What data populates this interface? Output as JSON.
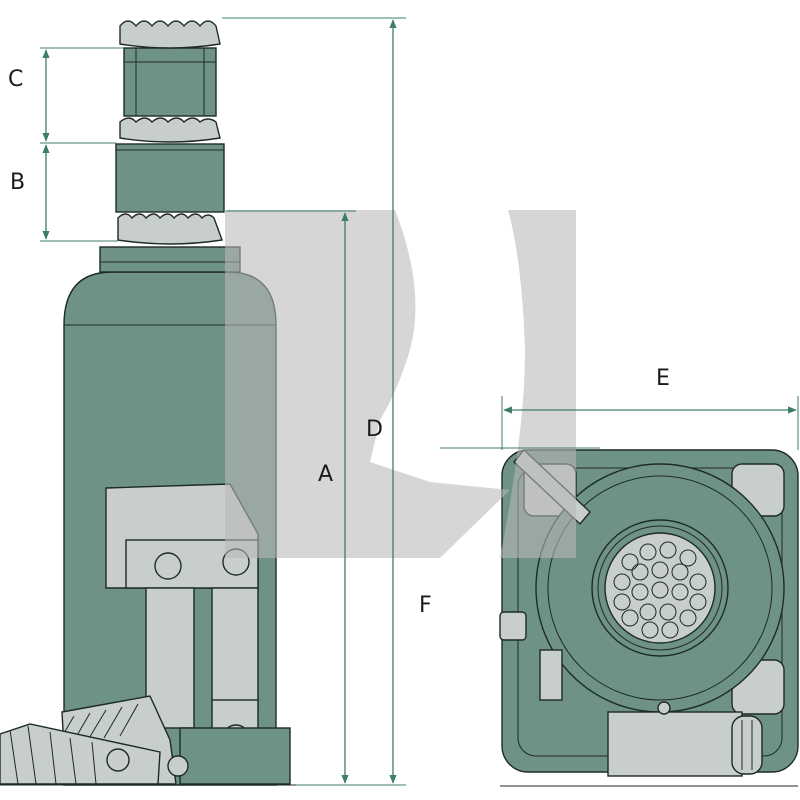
{
  "colors": {
    "body": "#6f9288",
    "body_dark": "#5e8177",
    "light": "#c8cec9",
    "outline": "#1e2a26",
    "dimension_line": "#3d7d6c",
    "watermark": "#b9b9b9"
  },
  "dimensions": {
    "A": "A",
    "B": "B",
    "C": "C",
    "D": "D",
    "E": "E",
    "F": "F"
  }
}
